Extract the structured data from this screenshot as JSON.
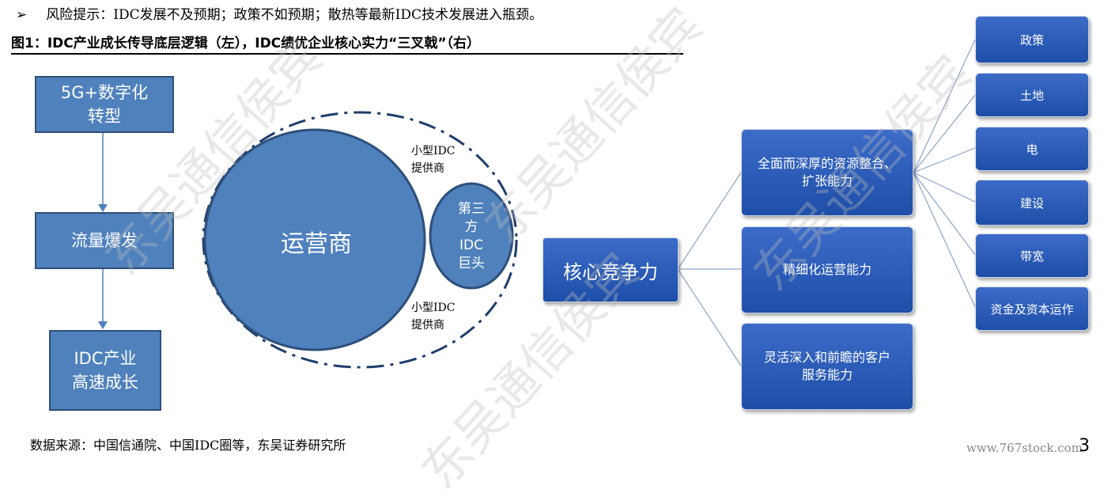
{
  "header": {
    "bullet": "➢",
    "risk_text": "风险提示：IDC发展不及预期；政策不如预期；散热等最新IDC技术发展进入瓶颈。",
    "figure_title": "图1：IDC产业成长传导底层逻辑（左），IDC绩优企业核心实力“三叉戟”（右）"
  },
  "left_flow": {
    "step1_line1": "5G+数字化",
    "step1_line2": "转型",
    "step2": "流量爆发",
    "step3_line1": "IDC产业",
    "step3_line2": "高速成长"
  },
  "circles": {
    "operator": "运营商",
    "third_party_line1": "第三",
    "third_party_line2": "方",
    "third_party_line3": "IDC",
    "third_party_line4": "巨头",
    "small_idc_top_line1": "小型IDC",
    "small_idc_top_line2": "提供商",
    "small_idc_bottom_line1": "小型IDC",
    "small_idc_bottom_line2": "提供商"
  },
  "right_tree": {
    "core": "核心竞争力",
    "cap1_line1": "全面而深厚的资源整合、",
    "cap1_line2": "扩张能力",
    "cap2": "精细化运营能力",
    "cap3_line1": "灵活深入和前瞻的客户",
    "cap3_line2": "服务能力",
    "resources": [
      "政策",
      "土地",
      "电",
      "建设",
      "带宽",
      "资金及资本运作"
    ]
  },
  "footer": {
    "source": "数据来源：中国信通院、中国IDC圈等，东吴证券研究所",
    "site": "www.767stock.com",
    "page": "3"
  },
  "watermark": {
    "text1": "东吴通信侯宾",
    "text2": "东吴通信侯宾",
    "text3": "东吴通信侯宾",
    "text4": "东吴通信侯宾"
  },
  "colors": {
    "box_fill": "#4f81bd",
    "box_border": "#2e4f7a",
    "right_box_fill": "#1d4ea8",
    "connector": "#8aa3c8"
  }
}
